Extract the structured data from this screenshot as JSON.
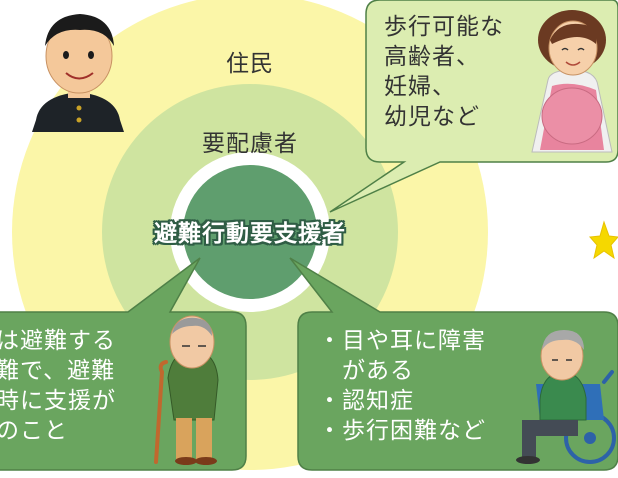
{
  "labels": {
    "outer": "住民",
    "middle": "要配慮者",
    "inner": "避難行動要支援者"
  },
  "callout_top_right": {
    "lines": [
      "歩行可能な",
      "高齢者、",
      "妊婦、",
      "幼児など"
    ]
  },
  "callout_bottom_left": {
    "lines": [
      "は避難する",
      "難で、避難",
      "時に支援が",
      "のこと"
    ]
  },
  "callout_bottom_right": {
    "lines": [
      "・目や耳に障害",
      "　がある",
      "・認知症",
      "・歩行困難など"
    ]
  },
  "figures": [
    "student-boy-illustration",
    "pregnant-woman-illustration",
    "elderly-man-with-cane-illustration",
    "wheelchair-user-illustration"
  ],
  "colors": {
    "outer_ring": "#fbf6a8",
    "middle_ring": "#cfe4a0",
    "gap_ring": "#ffffff",
    "inner_circle": "#5f9e6e",
    "callout_light": "#dcedb1",
    "callout_dark": "#6aa55f",
    "callout_border": "#4f8047",
    "star": "#f5d800"
  }
}
